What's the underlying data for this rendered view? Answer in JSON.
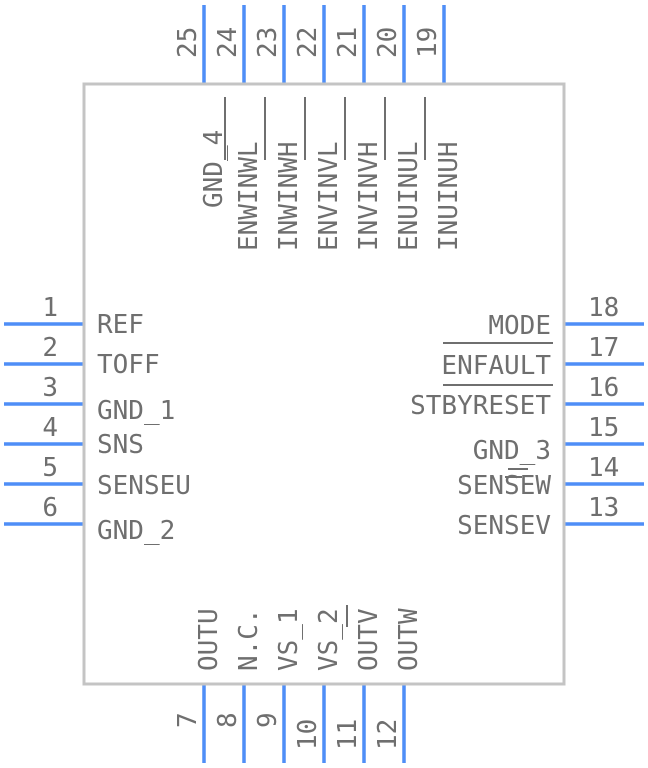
{
  "pins": {
    "left": [
      {
        "number": "1",
        "name": "REF"
      },
      {
        "number": "2",
        "name": "TOFF"
      },
      {
        "number": "3",
        "name": "GND_1"
      },
      {
        "number": "4",
        "name": "SNS"
      },
      {
        "number": "5",
        "name": "SENSEU"
      },
      {
        "number": "6",
        "name": "GND_2"
      }
    ],
    "right": [
      {
        "number": "18",
        "name": "MODE"
      },
      {
        "number": "17",
        "name": "ENFAULT"
      },
      {
        "number": "16",
        "name": "STBYRESET"
      },
      {
        "number": "15",
        "name": "GND_3"
      },
      {
        "number": "14",
        "name": "SENSEW"
      },
      {
        "number": "13",
        "name": "SENSEV"
      }
    ],
    "top": [
      {
        "number": "25",
        "name": "GND_4"
      },
      {
        "number": "24",
        "name": "ENWINWL"
      },
      {
        "number": "23",
        "name": "INWINWH"
      },
      {
        "number": "22",
        "name": "ENVINVL"
      },
      {
        "number": "21",
        "name": "INVINVH"
      },
      {
        "number": "20",
        "name": "ENUINUL"
      },
      {
        "number": "19",
        "name": "INUINUH"
      }
    ],
    "bottom": [
      {
        "number": "7",
        "name": "OUTU"
      },
      {
        "number": "8",
        "name": "N.C."
      },
      {
        "number": "9",
        "name": "VS_1"
      },
      {
        "number": "10",
        "name": "VS_2"
      },
      {
        "number": "11",
        "name": "OUTV"
      },
      {
        "number": "12",
        "name": "OUTW"
      }
    ]
  },
  "colors": {
    "pin": "#4f8ef7",
    "outline": "#c4c4c4",
    "text": "#6f6f6f"
  }
}
